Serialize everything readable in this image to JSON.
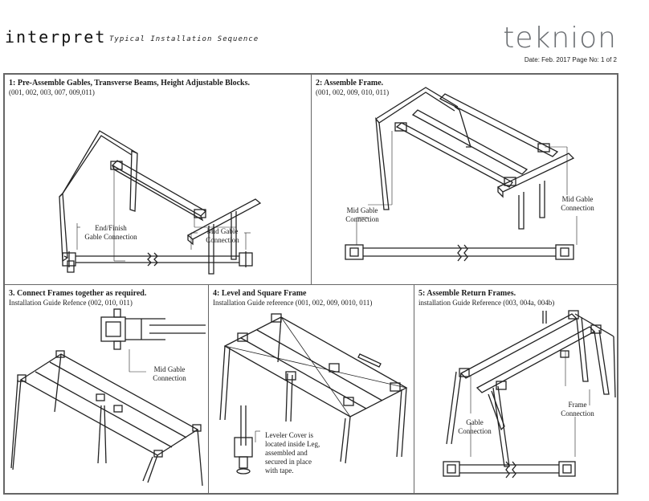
{
  "header": {
    "product": "interpret",
    "subtitle": "Typical Installation Sequence",
    "brand": "teknion",
    "meta": "Date: Feb. 2017   Page No: 1 of 2"
  },
  "steps": [
    {
      "title": "1: Pre-Assemble Gables, Transverse Beams, Height Adjustable Blocks.",
      "reference": "(001, 002, 003, 007, 009,011)",
      "callouts": [
        {
          "line1": "End/Finish",
          "line2": "Gable Connection"
        },
        {
          "line1": "Mid Gable",
          "line2": "Connection"
        }
      ]
    },
    {
      "title": "2: Assemble Frame.",
      "reference": "(001, 002, 009, 010, 011)",
      "callouts": [
        {
          "line1": "Mid Gable",
          "line2": "Connection"
        },
        {
          "line1": "Mid Gable",
          "line2": "Connection"
        }
      ]
    },
    {
      "title": "3. Connect Frames together as required.",
      "reference": "Installation Guide Refence (002, 010, 011)",
      "callouts": [
        {
          "line1": "Mid Gable",
          "line2": "Connection"
        }
      ]
    },
    {
      "title": "4: Level and Square Frame",
      "reference": "Installation Guide reference (001, 002, 009, 0010, 011)",
      "callouts": [
        {
          "line1": "Leveler Cover is",
          "line2": "located inside Leg,",
          "line3": "assembled and",
          "line4": "secured in place",
          "line5": "with tape."
        }
      ]
    },
    {
      "title": "5: Assemble Return Frames.",
      "reference": "installation Guide Reference (003, 004a, 004b)",
      "callouts": [
        {
          "line1": "Frame",
          "line2": "Connection"
        },
        {
          "line1": "Gable",
          "line2": "Connection"
        }
      ]
    }
  ]
}
